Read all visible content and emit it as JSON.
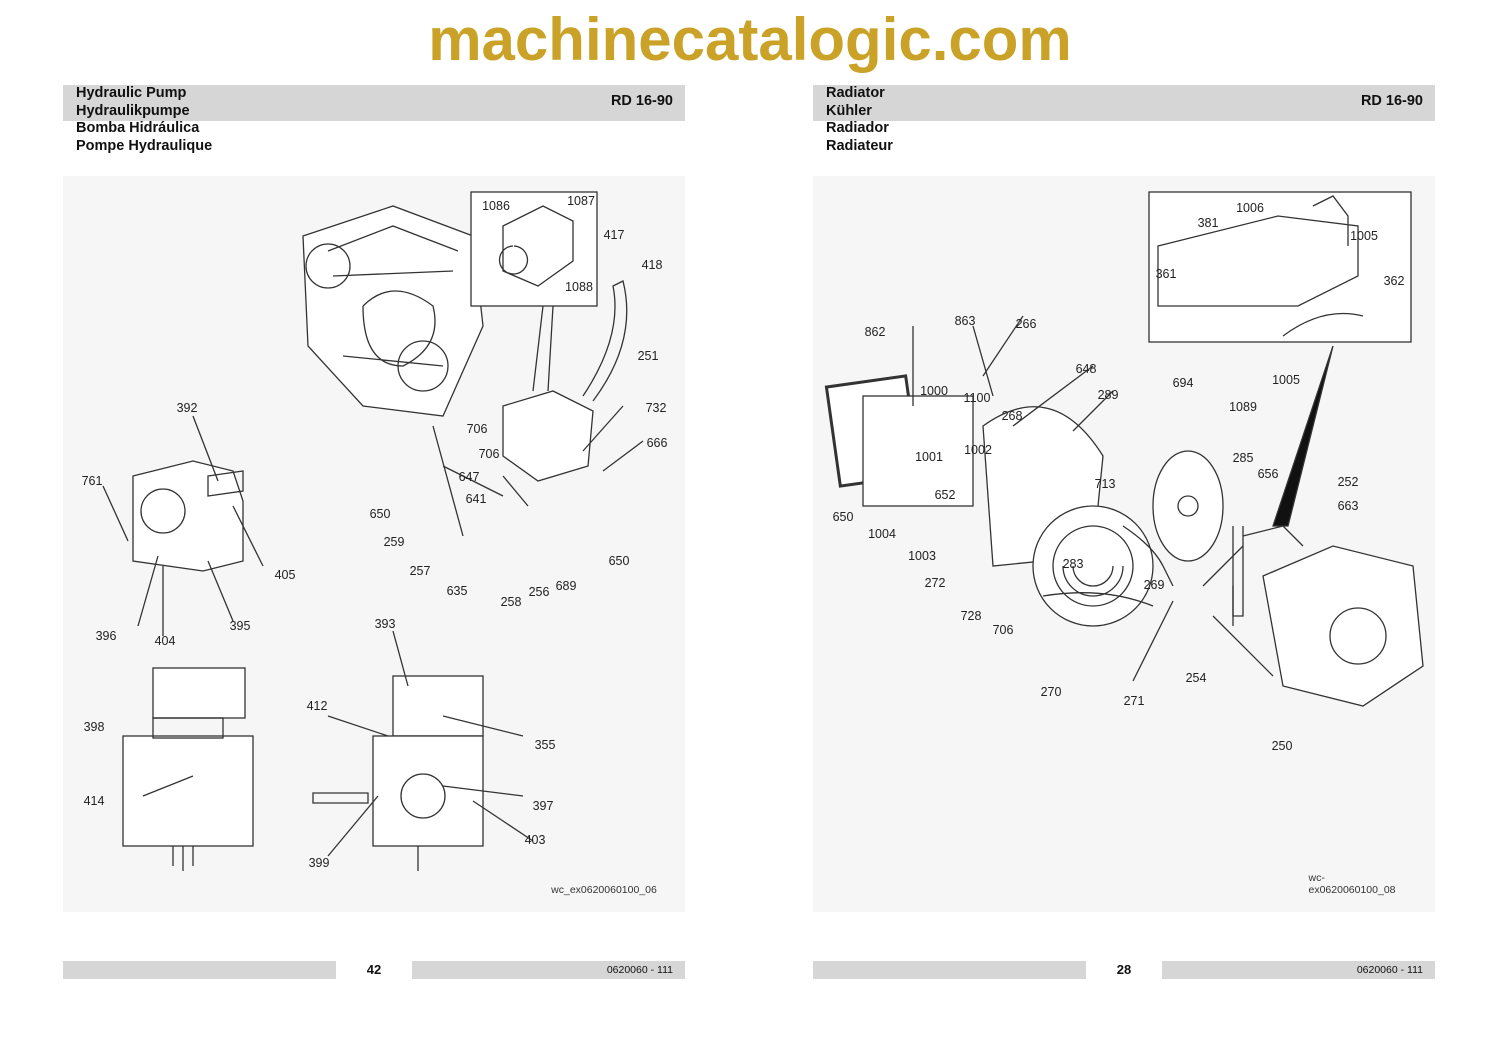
{
  "left_page": {
    "titles": [
      "Hydraulic Pump",
      "Hydraulikpumpe",
      "Bomba Hidráulica",
      "Pompe Hydraulique"
    ],
    "model": "RD 16-90",
    "callouts": [
      "1086",
      "1087",
      "417",
      "418",
      "1088",
      "251",
      "392",
      "732",
      "706",
      "666",
      "706",
      "761",
      "647",
      "641",
      "650",
      "259",
      "405",
      "257",
      "650",
      "635",
      "256",
      "689",
      "258",
      "396",
      "404",
      "395",
      "393",
      "412",
      "398",
      "355",
      "414",
      "397",
      "403",
      "399"
    ],
    "figure_ref": "wc_ex0620060100_06",
    "page_number": "42",
    "doc_number": "0620060 - 111"
  },
  "right_page": {
    "titles": [
      "Radiator",
      "Kühler",
      "Radiador",
      "Radiateur"
    ],
    "model": "RD 16-90",
    "callouts": [
      "1006",
      "381",
      "1005",
      "361",
      "362",
      "862",
      "863",
      "266",
      "1005",
      "694",
      "648",
      "289",
      "1000",
      "1100",
      "1089",
      "268",
      "1001",
      "1002",
      "285",
      "656",
      "713",
      "652",
      "252",
      "663",
      "650",
      "1004",
      "1003",
      "283",
      "272",
      "269",
      "728",
      "706",
      "254",
      "270",
      "271",
      "250"
    ],
    "figure_ref": "wc-ex0620060100_08",
    "page_number": "28",
    "doc_number": "0620060 - 111"
  },
  "watermark": "machinecatalogic.com",
  "colors": {
    "header_bar": "#d6d6d6",
    "watermark": "#c9a227",
    "figure_bg": "#f6f6f6"
  }
}
